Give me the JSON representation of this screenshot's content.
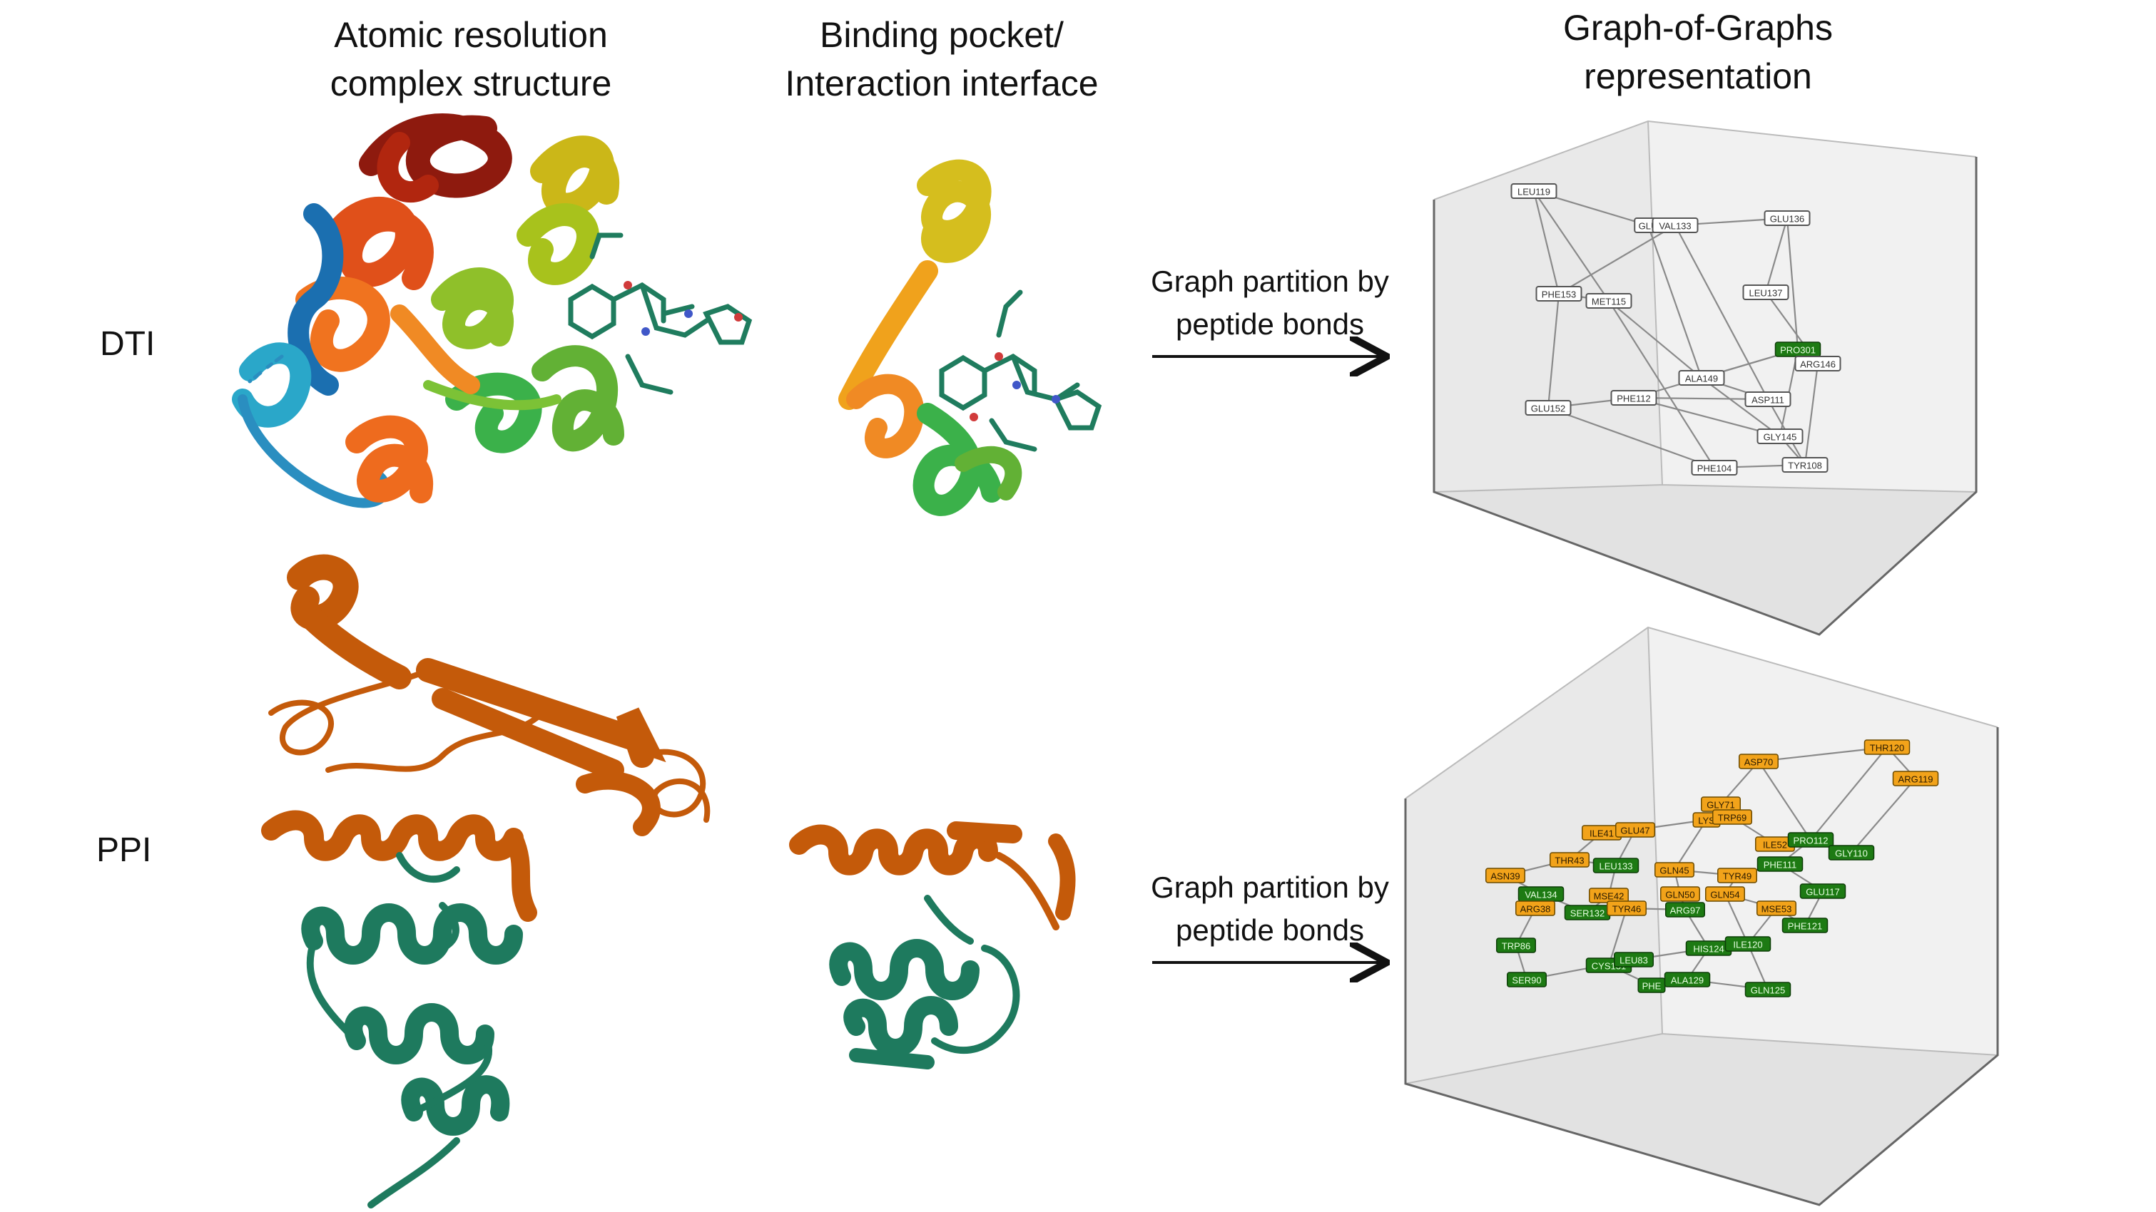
{
  "headers": {
    "col1": [
      "Atomic resolution",
      "complex structure"
    ],
    "col2": [
      "Binding pocket/",
      "Interaction interface"
    ],
    "col3": [
      "Graph-of-Graphs",
      "representation"
    ]
  },
  "rows": {
    "dti": "DTI",
    "ppi": "PPI"
  },
  "arrow_label": [
    "Graph partition by",
    "peptide bonds"
  ],
  "colors": {
    "orange_chain": "#c45a0a",
    "teal_chain": "#1e7a5e",
    "node_orange": "#f2a31a",
    "node_green": "#1d7a13",
    "node_white": "#ffffff"
  },
  "dti_graph": {
    "nodes": [
      {
        "id": "LEU119",
        "t": "w"
      },
      {
        "id": "GLU",
        "t": "w"
      },
      {
        "id": "VAL133",
        "t": "w"
      },
      {
        "id": "GLU136",
        "t": "w"
      },
      {
        "id": "PHE153",
        "t": "w"
      },
      {
        "id": "MET115",
        "t": "w"
      },
      {
        "id": "LEU137",
        "t": "w"
      },
      {
        "id": "PRO301",
        "t": "g"
      },
      {
        "id": "ARG146",
        "t": "w"
      },
      {
        "id": "ALA149",
        "t": "w"
      },
      {
        "id": "GLU152",
        "t": "w"
      },
      {
        "id": "PHE112",
        "t": "w"
      },
      {
        "id": "ASP111",
        "t": "w"
      },
      {
        "id": "GLY145",
        "t": "w"
      },
      {
        "id": "PHE104",
        "t": "w"
      },
      {
        "id": "TYR108",
        "t": "w"
      }
    ],
    "edges": [
      [
        "LEU119",
        "GLU"
      ],
      [
        "LEU119",
        "PHE153"
      ],
      [
        "LEU119",
        "MET115"
      ],
      [
        "GLU",
        "VAL133"
      ],
      [
        "VAL133",
        "GLU136"
      ],
      [
        "VAL133",
        "PHE153"
      ],
      [
        "VAL133",
        "ASP111"
      ],
      [
        "GLU136",
        "LEU137"
      ],
      [
        "GLU136",
        "PRO301"
      ],
      [
        "LEU137",
        "ARG146"
      ],
      [
        "PHE153",
        "GLU152"
      ],
      [
        "PHE153",
        "MET115"
      ],
      [
        "MET115",
        "PHE104"
      ],
      [
        "MET115",
        "ALA149"
      ],
      [
        "GLU",
        "ALA149"
      ],
      [
        "ALA149",
        "PRO301"
      ],
      [
        "ALA149",
        "GLY145"
      ],
      [
        "PHE112",
        "ASP111"
      ],
      [
        "GLU152",
        "PHE112"
      ],
      [
        "PHE112",
        "PRO301"
      ],
      [
        "ASP111",
        "TYR108"
      ],
      [
        "ARG146",
        "TYR108"
      ],
      [
        "GLY145",
        "TYR108"
      ],
      [
        "PHE104",
        "TYR108"
      ],
      [
        "GLU152",
        "PHE104"
      ],
      [
        "PHE112",
        "GLY145"
      ],
      [
        "PRO301",
        "GLY145"
      ],
      [
        "ALA149",
        "ASP111"
      ]
    ]
  },
  "ppi_graph": {
    "nodes": [
      {
        "id": "THR120",
        "t": "o"
      },
      {
        "id": "ARG119",
        "t": "o"
      },
      {
        "id": "ASP70",
        "t": "o"
      },
      {
        "id": "GLY71",
        "t": "o"
      },
      {
        "id": "LYS",
        "t": "o"
      },
      {
        "id": "TRP69",
        "t": "o"
      },
      {
        "id": "ILE41",
        "t": "o"
      },
      {
        "id": "GLU47",
        "t": "o"
      },
      {
        "id": "ILE52",
        "t": "o"
      },
      {
        "id": "PRO112",
        "t": "g"
      },
      {
        "id": "GLY110",
        "t": "g"
      },
      {
        "id": "THR43",
        "t": "o"
      },
      {
        "id": "LEU133",
        "t": "g"
      },
      {
        "id": "PHE111",
        "t": "g"
      },
      {
        "id": "ASN39",
        "t": "o"
      },
      {
        "id": "GLN45",
        "t": "o"
      },
      {
        "id": "TYR49",
        "t": "o"
      },
      {
        "id": "GLU117",
        "t": "g"
      },
      {
        "id": "VAL134",
        "t": "g"
      },
      {
        "id": "MSE42",
        "t": "o"
      },
      {
        "id": "GLN50",
        "t": "o"
      },
      {
        "id": "GLN54",
        "t": "o"
      },
      {
        "id": "ARG38",
        "t": "o"
      },
      {
        "id": "SER132",
        "t": "g"
      },
      {
        "id": "TYR46",
        "t": "o"
      },
      {
        "id": "ARG97",
        "t": "g"
      },
      {
        "id": "MSE53",
        "t": "o"
      },
      {
        "id": "PHE121",
        "t": "g"
      },
      {
        "id": "TRP86",
        "t": "g"
      },
      {
        "id": "HIS124",
        "t": "g"
      },
      {
        "id": "ILE120",
        "t": "g"
      },
      {
        "id": "CYS131",
        "t": "g"
      },
      {
        "id": "LEU83",
        "t": "g"
      },
      {
        "id": "SER90",
        "t": "g"
      },
      {
        "id": "PHE",
        "t": "g"
      },
      {
        "id": "ALA129",
        "t": "g"
      },
      {
        "id": "GLN125",
        "t": "g"
      }
    ],
    "edges": [
      [
        "THR120",
        "ARG119"
      ],
      [
        "THR120",
        "ASP70"
      ],
      [
        "THR120",
        "PRO112"
      ],
      [
        "ARG119",
        "GLY110"
      ],
      [
        "ASP70",
        "GLY71"
      ],
      [
        "ASP70",
        "PRO112"
      ],
      [
        "GLY71",
        "LYS"
      ],
      [
        "GLY71",
        "TRP69"
      ],
      [
        "TRP69",
        "ILE52"
      ],
      [
        "LYS",
        "GLN45"
      ],
      [
        "ILE41",
        "GLU47"
      ],
      [
        "GLU47",
        "LEU133"
      ],
      [
        "GLU47",
        "LYS"
      ],
      [
        "ILE52",
        "PRO112"
      ],
      [
        "PRO112",
        "GLY110"
      ],
      [
        "PRO112",
        "PHE111"
      ],
      [
        "PHE111",
        "GLU117"
      ],
      [
        "PHE111",
        "TYR49"
      ],
      [
        "THR43",
        "LEU133"
      ],
      [
        "THR43",
        "ILE41"
      ],
      [
        "ASN39",
        "THR43"
      ],
      [
        "ASN39",
        "VAL134"
      ],
      [
        "LEU133",
        "MSE42"
      ],
      [
        "GLN45",
        "TYR49"
      ],
      [
        "GLN45",
        "GLN50"
      ],
      [
        "TYR49",
        "GLN54"
      ],
      [
        "VAL134",
        "ARG38"
      ],
      [
        "VAL134",
        "SER132"
      ],
      [
        "MSE42",
        "TYR46"
      ],
      [
        "MSE42",
        "SER132"
      ],
      [
        "GLN50",
        "ARG97"
      ],
      [
        "GLN54",
        "MSE53"
      ],
      [
        "ARG38",
        "TRP86"
      ],
      [
        "SER132",
        "TYR46"
      ],
      [
        "TYR46",
        "ARG97"
      ],
      [
        "MSE53",
        "PHE121"
      ],
      [
        "GLU117",
        "PHE121"
      ],
      [
        "TRP86",
        "SER90"
      ],
      [
        "SER90",
        "LEU83"
      ],
      [
        "LEU83",
        "CYS131"
      ],
      [
        "CYS131",
        "PHE"
      ],
      [
        "PHE",
        "ALA129"
      ],
      [
        "ALA129",
        "HIS124"
      ],
      [
        "HIS124",
        "ILE120"
      ],
      [
        "ILE120",
        "GLN125"
      ],
      [
        "HIS124",
        "ARG97"
      ],
      [
        "ILE120",
        "MSE53"
      ],
      [
        "ALA129",
        "GLN125"
      ],
      [
        "GLN54",
        "ILE120"
      ],
      [
        "ARG97",
        "GLN50"
      ],
      [
        "LEU83",
        "HIS124"
      ],
      [
        "TYR46",
        "CYS131"
      ]
    ]
  }
}
